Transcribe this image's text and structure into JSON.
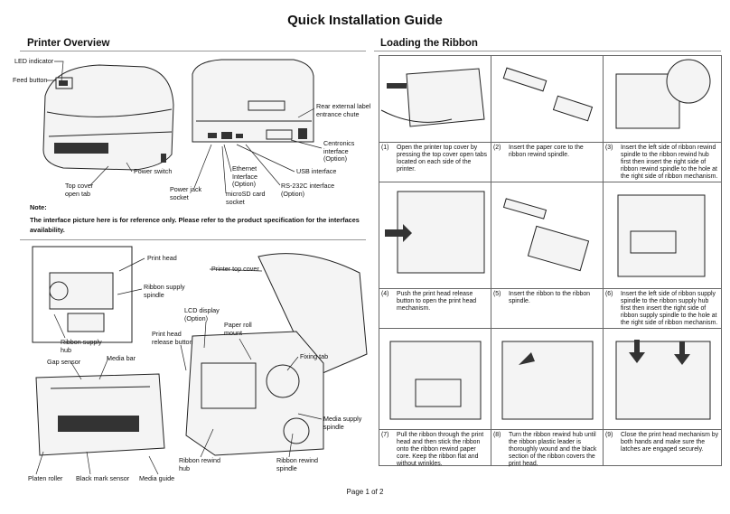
{
  "title": "Quick Installation Guide",
  "sections": {
    "overview": "Printer Overview",
    "loading": "Loading the Ribbon"
  },
  "overview_labels": {
    "led": "LED indicator",
    "feed": "Feed button",
    "top_cover_tab": "Top cover\nopen tab",
    "power_switch": "Power switch",
    "power_jack": "Power jack\nsocket",
    "ethernet": "Ethernet\nInterface\n(Option)",
    "microsd": "microSD card\nsocket",
    "rs232": "RS-232C interface\n(Option)",
    "usb": "USB interface",
    "centronics": "Centronics\ninterface\n(Option)",
    "rear_label": "Rear external label\nentrance chute"
  },
  "note": {
    "heading": "Note:",
    "text": "The interface picture here is for reference only. Please refer to the product specification for the interfaces availability."
  },
  "interior_labels": {
    "print_head": "Print head",
    "ribbon_supply_spindle": "Ribbon supply\nspindle",
    "ribbon_supply_hub": "Ribbon supply\nhub",
    "gap_sensor": "Gap sensor",
    "media_bar": "Media bar",
    "platen_roller": "Platen roller",
    "black_mark_sensor": "Black mark sensor",
    "media_guide": "Media guide",
    "printer_top_cover": "Printer top cover",
    "lcd_display": "LCD display\n(Option)",
    "print_head_release": "Print head\nrelease button",
    "paper_roll_mount": "Paper roll\nmount",
    "fixing_tab": "Fixing tab",
    "media_supply_spindle": "Media supply\nspindle",
    "ribbon_rewind_hub": "Ribbon rewind\nhub",
    "ribbon_rewind_spindle": "Ribbon rewind\nspindle"
  },
  "steps": [
    {
      "num": "(1)",
      "text": "Open the printer top cover by pressing the top cover open tabs located on each side of the printer."
    },
    {
      "num": "(2)",
      "text": "Insert the paper core to the ribbon rewind spindle."
    },
    {
      "num": "(3)",
      "text": "Insert the left side of ribbon rewind spindle to the ribbon rewind hub first then insert the right side of ribbon rewind spindle to the hole at the right side of ribbon mechanism."
    },
    {
      "num": "(4)",
      "text": "Push the print head release button to open the print head mechanism."
    },
    {
      "num": "(5)",
      "text": "Insert the ribbon to the ribbon spindle."
    },
    {
      "num": "(6)",
      "text": "Insert the left side of ribbon supply spindle to the ribbon supply hub first then insert the right side of ribbon supply spindle to the hole at the right side of ribbon mechanism."
    },
    {
      "num": "(7)",
      "text": "Pull the ribbon through the print head and then stick the ribbon onto the ribbon rewind paper core. Keep the ribbon flat and without wrinkles."
    },
    {
      "num": "(8)",
      "text": "Turn the ribbon rewind hub until the ribbon plastic leader is thoroughly wound and the black section of the ribbon covers the print head."
    },
    {
      "num": "(9)",
      "text": "Close the print head mechanism by both hands and make sure the latches are engaged securely."
    }
  ],
  "footer": "Page 1 of 2"
}
